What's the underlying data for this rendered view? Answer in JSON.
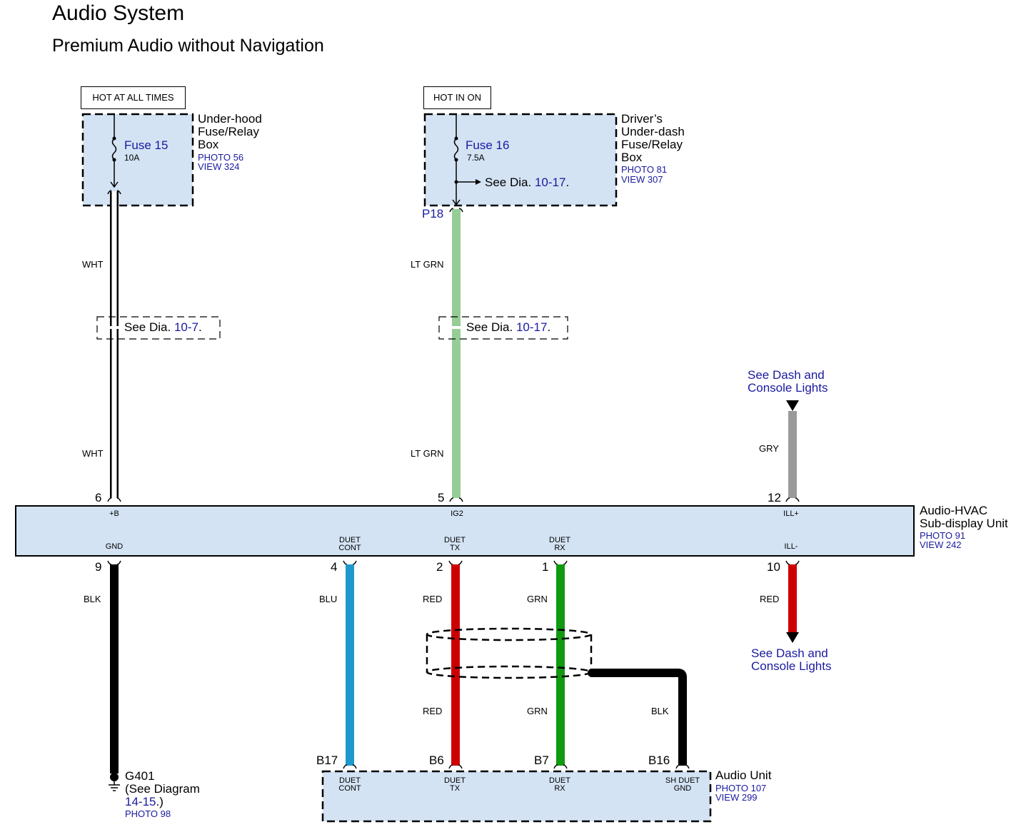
{
  "header": {
    "title": "Audio System",
    "subtitle": "Premium Audio without Navigation"
  },
  "power": {
    "left": {
      "hot_label": "HOT AT ALL TIMES",
      "fuse": "Fuse 15",
      "rating": "10A",
      "box_lines": [
        "Under-hood",
        "Fuse/Relay",
        "Box"
      ],
      "photo": "PHOTO 56",
      "view": "VIEW 324"
    },
    "middle": {
      "hot_label": "HOT IN ON",
      "fuse": "Fuse 16",
      "rating": "7.5A",
      "box_lines": [
        "Driver’s",
        "Under-dash",
        "Fuse/Relay",
        "Box"
      ],
      "photo": "PHOTO 81",
      "view": "VIEW 307",
      "see_word": "See",
      "see_dia": "Dia.",
      "see_ref": "10-17",
      "connector": "P18"
    }
  },
  "splices": {
    "left": {
      "see": "See",
      "dia": "Dia.",
      "ref": "10-7",
      "end": "."
    },
    "middle": {
      "see": "See",
      "dia": "Dia.",
      "ref": "10-17",
      "end": "."
    }
  },
  "wires": {
    "wht_upper": "WHT",
    "wht_lower": "WHT",
    "ltgrn_upper": "LT GRN",
    "ltgrn_lower": "LT GRN",
    "gry": "GRY",
    "blk_gnd": "BLK",
    "blu": "BLU",
    "red_upper": "RED",
    "grn_upper": "GRN",
    "red_ill": "RED",
    "red_lower": "RED",
    "grn_lower": "GRN",
    "blk_shield": "BLK"
  },
  "dash_lights": {
    "top": [
      "See Dash and",
      "Console Lights"
    ],
    "bottom": [
      "See Dash and",
      "Console Lights"
    ]
  },
  "sub_display": {
    "name_lines": [
      "Audio-HVAC",
      "Sub-display Unit"
    ],
    "photo": "PHOTO 91",
    "view": "VIEW 242",
    "pins_top": [
      {
        "num": "6",
        "label": "+B"
      },
      {
        "num": "5",
        "label": "IG2"
      },
      {
        "num": "12",
        "label": "ILL+"
      }
    ],
    "pins_bottom": [
      {
        "num": "9",
        "label": "GND"
      },
      {
        "num": "4",
        "label": [
          "DUET",
          "CONT"
        ]
      },
      {
        "num": "2",
        "label": [
          "DUET",
          "TX"
        ]
      },
      {
        "num": "1",
        "label": [
          "DUET",
          "RX"
        ]
      },
      {
        "num": "10",
        "label": "ILL-"
      }
    ]
  },
  "audio_unit": {
    "name": "Audio Unit",
    "photo": "PHOTO 107",
    "view": "VIEW 299",
    "pins": [
      {
        "num": "B17",
        "label": [
          "DUET",
          "CONT"
        ]
      },
      {
        "num": "B6",
        "label": [
          "DUET",
          "TX"
        ]
      },
      {
        "num": "B7",
        "label": [
          "DUET",
          "RX"
        ]
      },
      {
        "num": "B16",
        "label": [
          "SH DUET",
          "GND"
        ]
      }
    ]
  },
  "ground": {
    "name": "G401",
    "line2": "(See Diagram",
    "ref": "14-15",
    "end": ".)",
    "photo": "PHOTO 98"
  },
  "colors": {
    "box_fill": "#d3e3f4",
    "ltgrn": "#96cc96",
    "blu": "#1f98cc",
    "red": "#cc0000",
    "grn": "#119911",
    "gry": "#9a9a9a",
    "blk": "#000000",
    "ref_blue": "#1a1aa0"
  }
}
